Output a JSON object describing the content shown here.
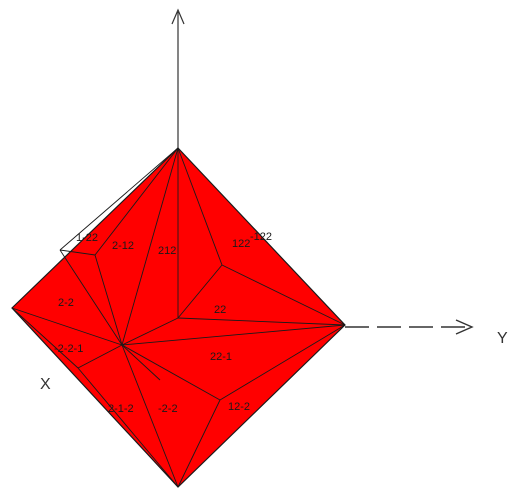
{
  "axes": {
    "y_label": "Y",
    "x_label": "X"
  },
  "faces": [
    {
      "label": "1-22"
    },
    {
      "label": "2-12"
    },
    {
      "label": "212"
    },
    {
      "label": "122"
    },
    {
      "label": "-122"
    },
    {
      "label": "2-2"
    },
    {
      "label": "22"
    },
    {
      "label": "-2-2-1"
    },
    {
      "label": "22-1"
    },
    {
      "label": "2-1-2"
    },
    {
      "label": "-2-2"
    },
    {
      "label": "12-2"
    }
  ],
  "colors": {
    "fill": "#ff0000",
    "edge": "#1a1a1a",
    "axis": "#333333"
  }
}
